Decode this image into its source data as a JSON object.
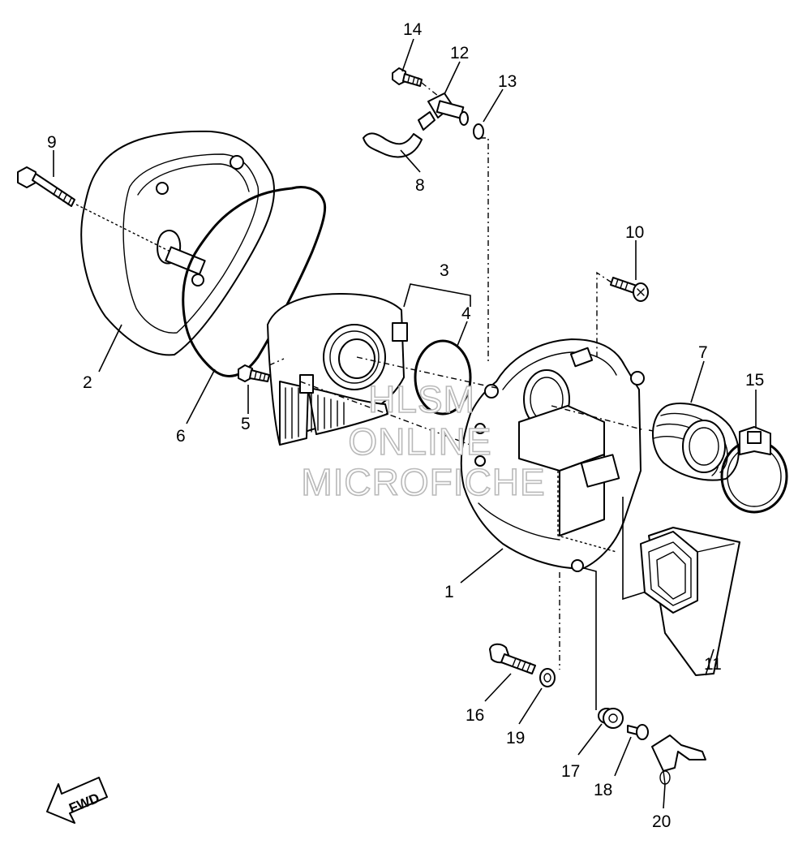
{
  "callouts": [
    {
      "id": "1",
      "label": "1"
    },
    {
      "id": "2",
      "label": "2"
    },
    {
      "id": "3",
      "label": "3"
    },
    {
      "id": "4",
      "label": "4"
    },
    {
      "id": "5",
      "label": "5"
    },
    {
      "id": "6",
      "label": "6"
    },
    {
      "id": "7",
      "label": "7"
    },
    {
      "id": "8",
      "label": "8"
    },
    {
      "id": "9",
      "label": "9"
    },
    {
      "id": "10",
      "label": "10"
    },
    {
      "id": "11",
      "label": "11"
    },
    {
      "id": "12",
      "label": "12"
    },
    {
      "id": "13",
      "label": "13"
    },
    {
      "id": "14",
      "label": "14"
    },
    {
      "id": "15",
      "label": "15"
    },
    {
      "id": "16",
      "label": "16"
    },
    {
      "id": "17",
      "label": "17"
    },
    {
      "id": "18",
      "label": "18"
    },
    {
      "id": "19",
      "label": "19"
    },
    {
      "id": "20",
      "label": "20"
    }
  ],
  "watermark": {
    "line1": "HLSM",
    "line2": "ONLINE",
    "line3": "MICROFICHE"
  },
  "direction_arrow": {
    "label": "FWD",
    "icon": "fwd-arrow-icon"
  },
  "colors": {
    "ink": "#000000",
    "paper": "#ffffff",
    "watermark_outline": "#b9b9b9"
  }
}
